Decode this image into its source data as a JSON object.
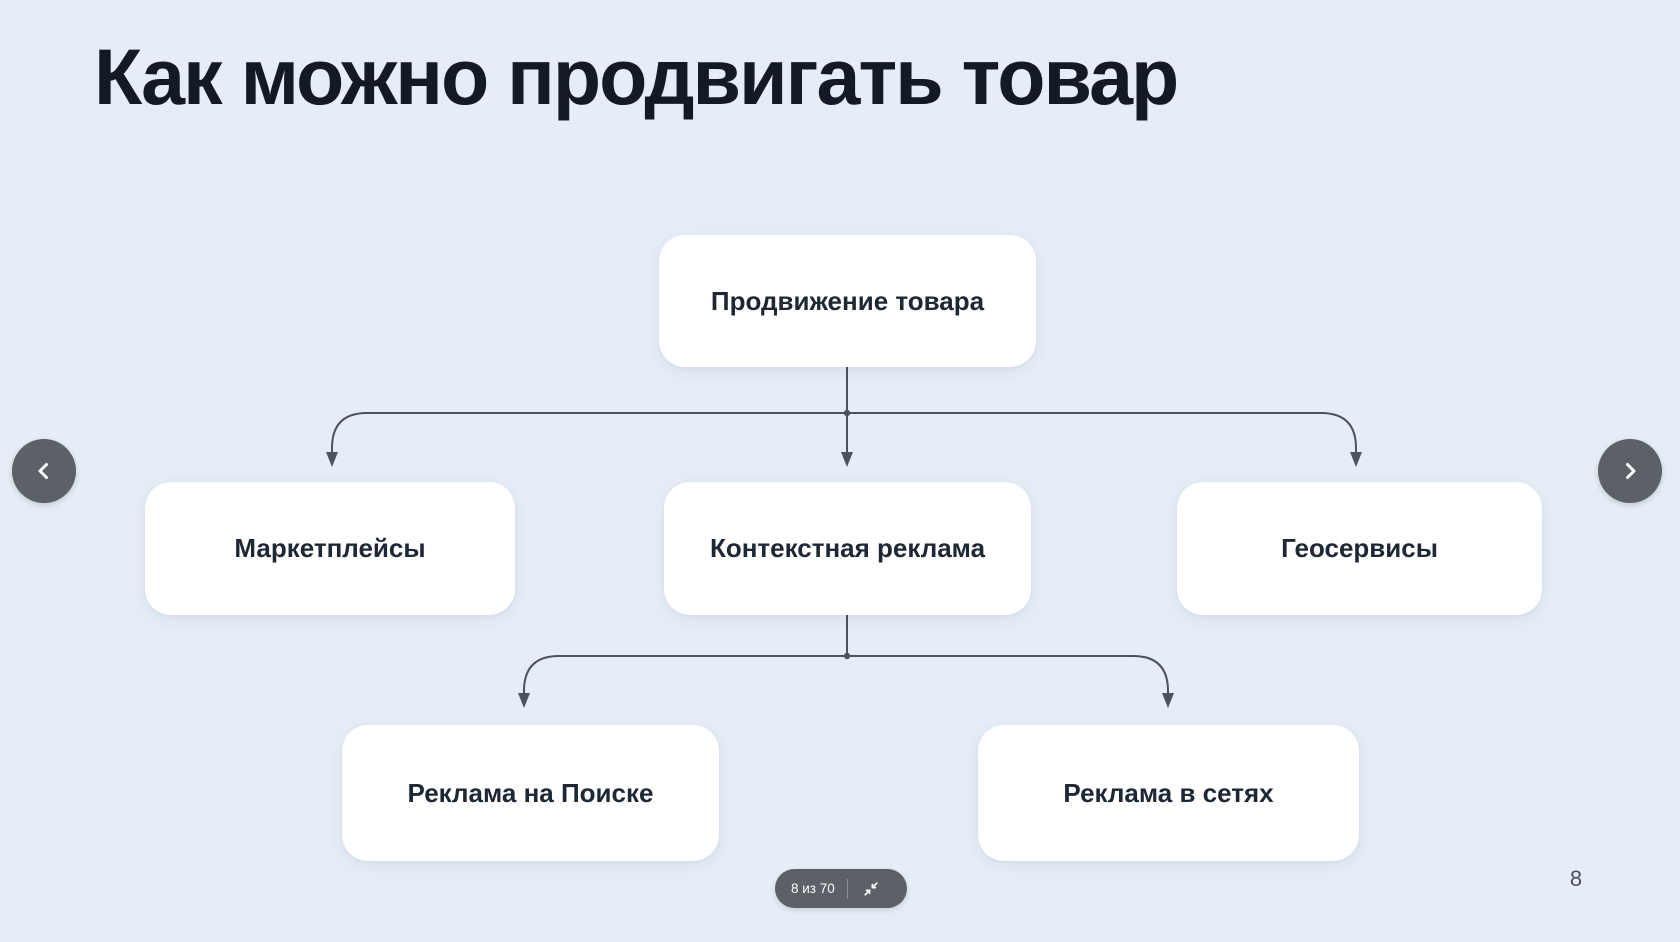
{
  "colors": {
    "bg": "#e6edf6",
    "node_bg": "#ffffff",
    "node_ink": "#1e2734",
    "title_ink": "#141a23",
    "connector": "#4a5360",
    "control_bg": "#5b6167",
    "control_ink": "#ffffff",
    "page_ink": "#49525f"
  },
  "slide": {
    "title": "Как можно продвигать товар",
    "page_number": "8",
    "diagram": {
      "root": "Продвижение товара",
      "level2": [
        "Маркетплейсы",
        "Контекстная реклама",
        "Геосервисы"
      ],
      "level3": [
        "Реклама на Поиске",
        "Реклама в сетях"
      ]
    }
  },
  "viewer": {
    "slide_counter": "8 из 70"
  }
}
